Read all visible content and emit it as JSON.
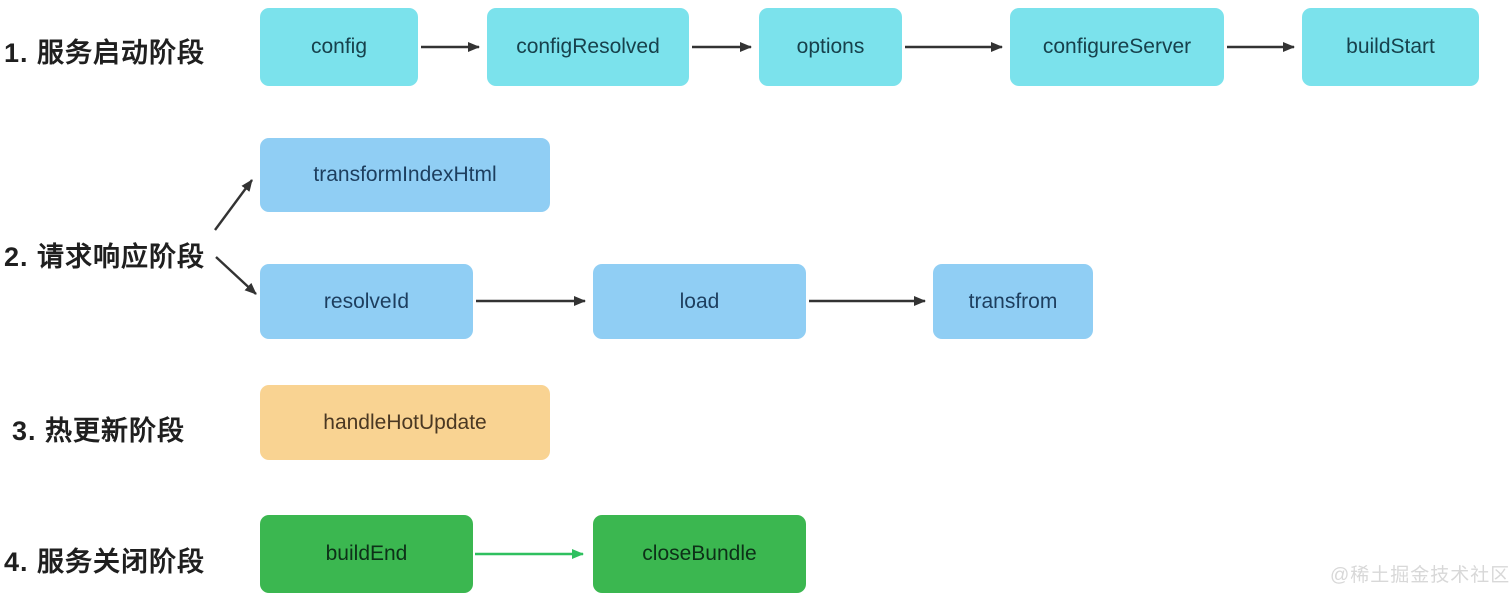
{
  "watermark": "@稀土掘金技术社区",
  "colors": {
    "bg": "#ffffff",
    "label-text": "#1f1f1f",
    "cyan-fill": "#7be2ec",
    "cyan-text": "#17414c",
    "blue-fill": "#90cef4",
    "blue-text": "#1d3e5e",
    "orange-fill": "#f9d392",
    "orange-text": "#4a3823",
    "green-fill": "#3bb750",
    "green-text": "#0d3018",
    "arrow": "#333333",
    "green-arrow": "#2fc05f",
    "watermark-text": "#d8d8d8"
  },
  "phases": {
    "startup": {
      "label": "1. 服务启动阶段",
      "nodes": [
        "config",
        "configResolved",
        "options",
        "configureServer",
        "buildStart"
      ]
    },
    "request": {
      "label": "2. 请求响应阶段",
      "branch": "transformIndexHtml",
      "chain": [
        "resolveId",
        "load",
        "transfrom"
      ]
    },
    "hot_update": {
      "label": "3. 热更新阶段",
      "node": "handleHotUpdate"
    },
    "shutdown": {
      "label": "4. 服务关闭阶段",
      "nodes": [
        "buildEnd",
        "closeBundle"
      ]
    }
  }
}
